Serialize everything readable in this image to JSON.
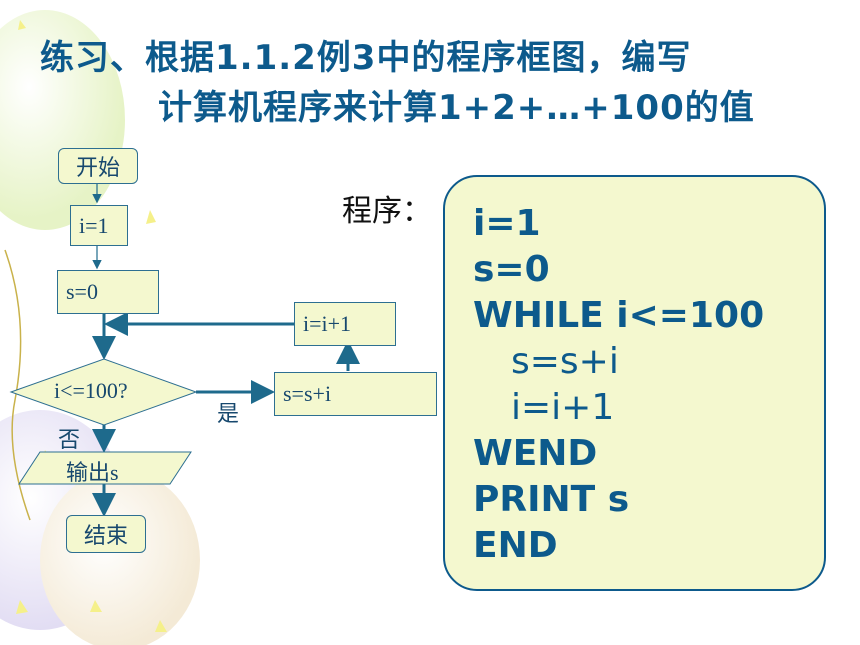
{
  "title": {
    "line1": "练习、根据1.1.2例3中的程序框图，编写",
    "line2": "计算机程序来计算1+2+…+100的值"
  },
  "flowchart": {
    "start": "开始",
    "init_i": "i=1",
    "init_s": "s=0",
    "condition": "i<=100?",
    "body_sum": "s=s+i",
    "body_inc": "i=i+1",
    "yes_label": "是",
    "no_label": "否",
    "output": "输出s",
    "end": "结束"
  },
  "program_label": "程序：",
  "code_lines": [
    "i=1",
    "s=0",
    "WHILE i<=100",
    "s=s+i",
    "i=i+1",
    "WEND",
    "PRINT s",
    "END"
  ],
  "colors": {
    "title": "#0d5a8c",
    "box_fill": "#f4f8cf",
    "arrow": "#1e6a8c"
  }
}
